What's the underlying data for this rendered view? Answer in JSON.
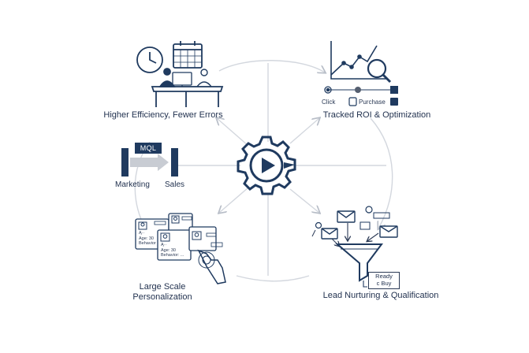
{
  "benefits": {
    "efficiency": {
      "label": "Higher Efficiency, Fewer Errors",
      "icon": "clock-calendar-team-icon"
    },
    "roi": {
      "label": "Tracked ROI & Optimization",
      "icon": "chart-magnifier-icon",
      "step_click": "Click",
      "step_purchase": "Purchase"
    },
    "handoff": {
      "icon": "marketing-sales-handoff-icon",
      "badge": "MQL",
      "from": "Marketing",
      "to": "Sales"
    },
    "personalization": {
      "label": "Large Scale\nPersonalization",
      "icon": "profile-cards-hand-icon",
      "card_text_a": "Ą··\nAge: 30\nBehavior",
      "card_text_b": "Ą··\nAge: 30\nBehavior: ..."
    },
    "nurturing": {
      "label": "Lead Nurturing & Qualification",
      "icon": "email-funnel-icon",
      "ready_label": "Ready\nc Buy"
    }
  },
  "hub": {
    "icon": "gear-play-icon"
  },
  "colors": {
    "navy": "#1f3a5f",
    "ink": "#1f2f4d",
    "light_stroke": "#c9ced6",
    "arrow": "#b7bdc7"
  }
}
